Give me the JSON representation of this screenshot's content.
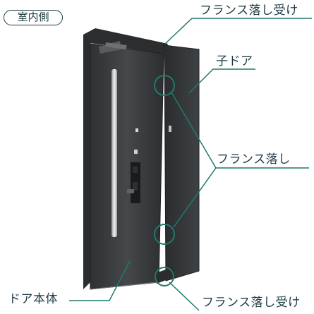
{
  "badge": "室内側",
  "labels": {
    "top_receiver": "フランス落し受け",
    "child_door": "子ドア",
    "flush_bolt": "フランス落し",
    "door_body": "ドア本体",
    "bottom_receiver": "フランス落し受け"
  },
  "colors": {
    "text": "#1f3a43",
    "leader_line": "#1f7a6a",
    "door": "#3a3c3e",
    "door_edge": "#1e1f21"
  }
}
